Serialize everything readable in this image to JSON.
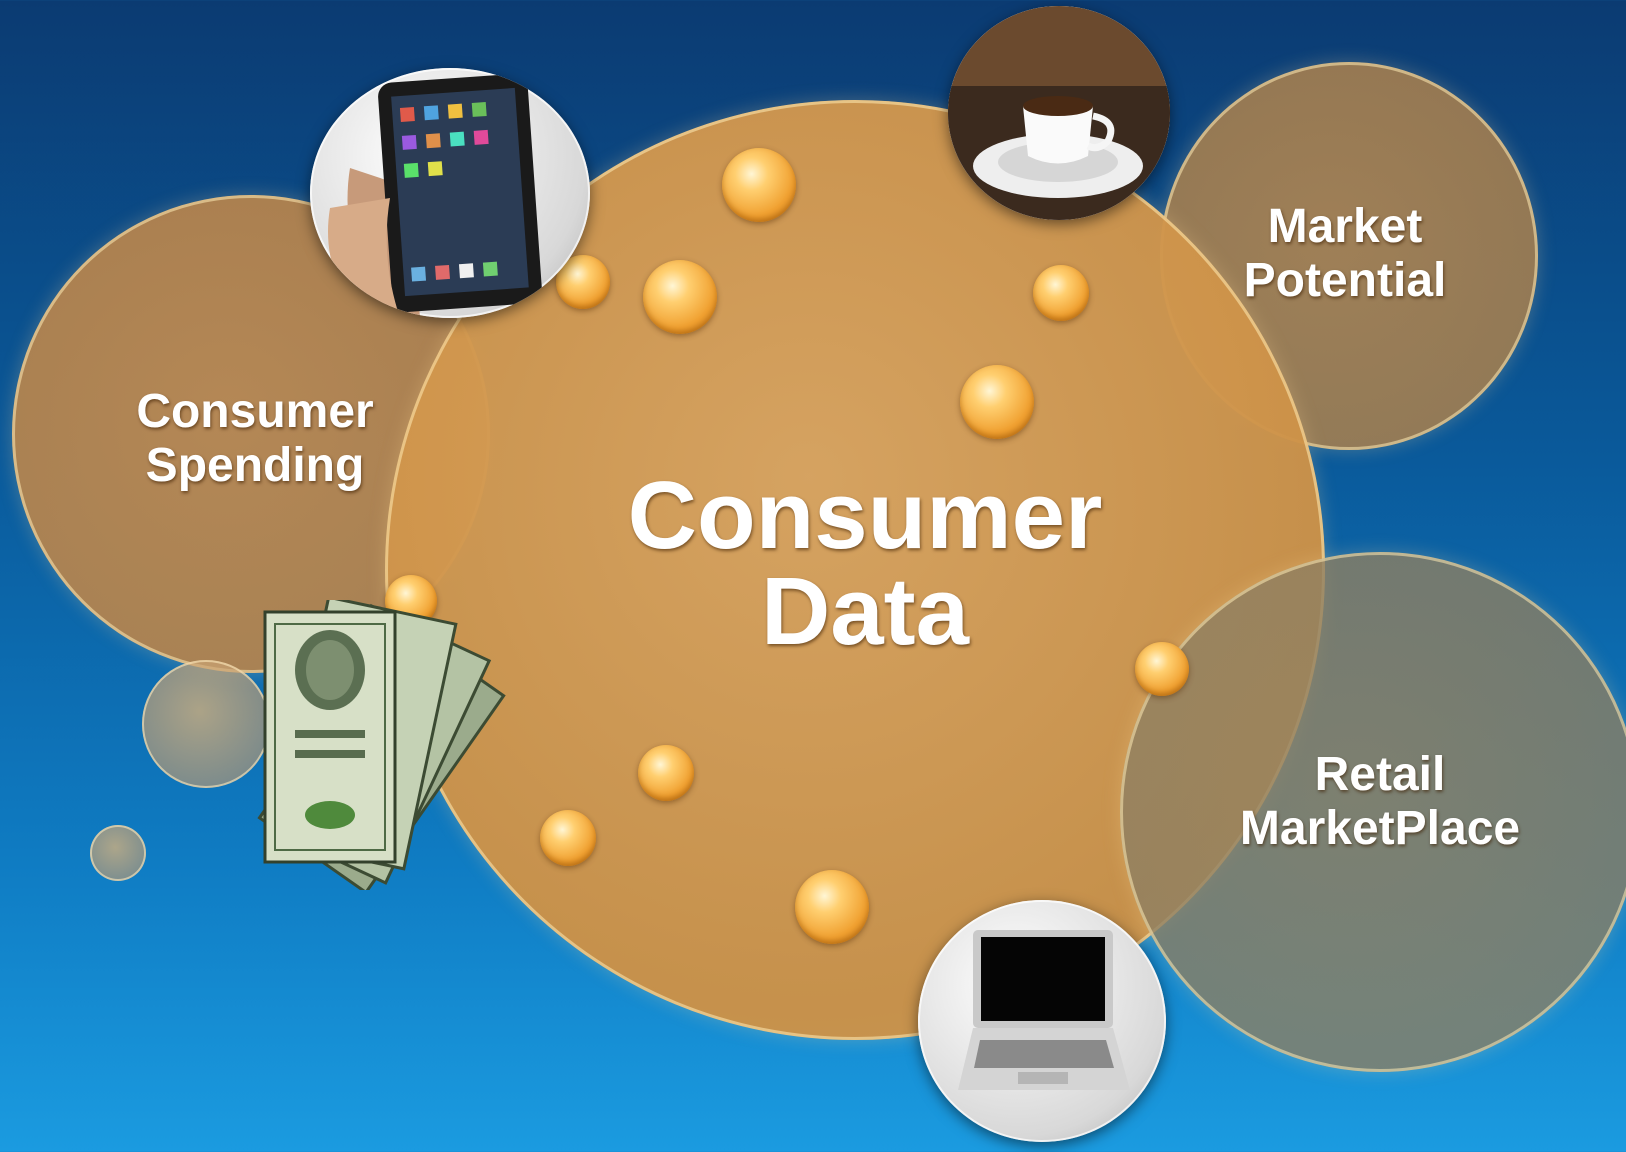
{
  "diagram": {
    "center": {
      "line1": "Consumer",
      "line2": "Data"
    },
    "nodes": {
      "consumer_spending": {
        "line1": "Consumer",
        "line2": "Spending"
      },
      "market_potential": {
        "line1": "Market",
        "line2": "Potential"
      },
      "retail_marketplace": {
        "line1": "Retail",
        "line2": "MarketPlace"
      }
    },
    "icons": [
      "tablet-icon",
      "coffee-cup-icon",
      "laptop-icon",
      "dollar-bills-icon"
    ],
    "colors": {
      "bubble": "#d49a55",
      "background_top": "#0b3b72",
      "background_bottom": "#1b9be0"
    }
  }
}
